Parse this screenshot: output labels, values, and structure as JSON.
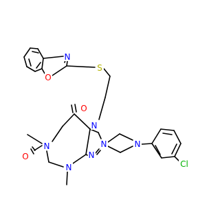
{
  "atom_labels": {
    "n_bzx": "N",
    "o_bzx": "O",
    "s": "S",
    "o_top": "O",
    "n7": "N",
    "n_me1": "N",
    "n9": "N",
    "o_left": "O",
    "n_me3": "N",
    "n_pip_left": "N",
    "n_pip_right": "N",
    "cl": "Cl"
  },
  "colors": {
    "N": "#0000ff",
    "O": "#ff0000",
    "S": "#b2b200",
    "Cl": "#00b200",
    "bond": "#000000"
  }
}
